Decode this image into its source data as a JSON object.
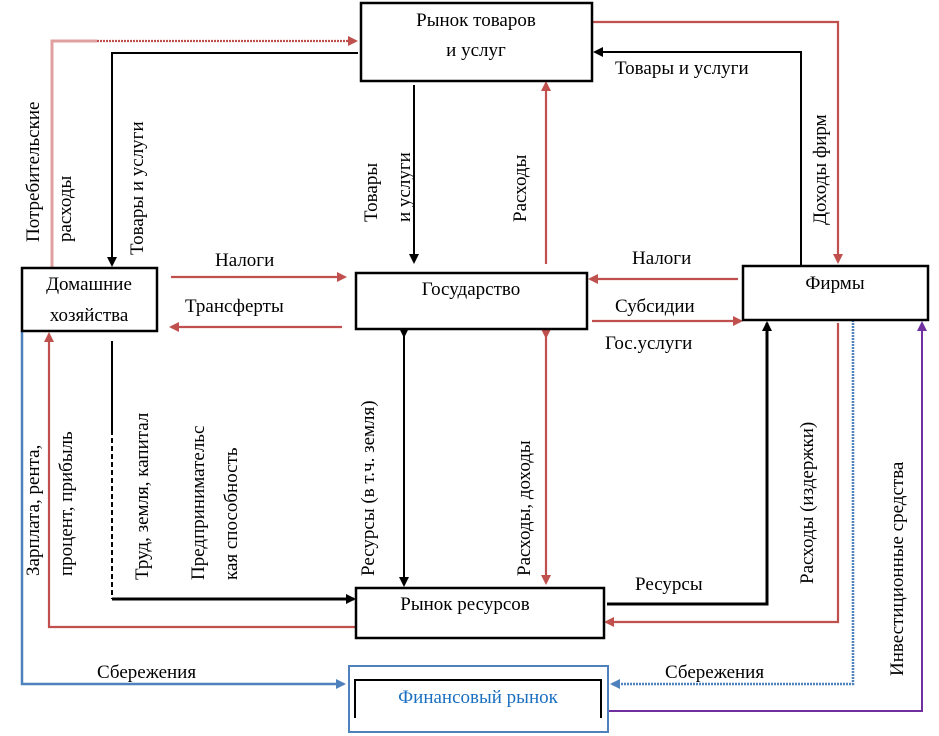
{
  "boxes": {
    "goods_market": [
      "Рынок товаров",
      "и услуг"
    ],
    "government": "Государство",
    "households": [
      "Домашние",
      "хозяйства"
    ],
    "firms": "Фирмы",
    "resource_market": "Рынок ресурсов",
    "financial_market": "Финансовый рынок"
  },
  "labels": {
    "consumer_spending": [
      "Потребительские",
      "расходы"
    ],
    "goods_to_households": "Товары и услуги",
    "goods_to_government": [
      "Товары",
      "и услуги"
    ],
    "gov_spending": "Расходы",
    "goods_from_firms": "Товары и услуги",
    "firm_revenue": "Доходы фирм",
    "taxes_households": "Налоги",
    "transfers": "Трансферты",
    "taxes_firms": "Налоги",
    "subsidies": "Субсидии",
    "gov_services": "Гос.услуги",
    "income": [
      "Зарплата, рента,",
      "процент, прибыль"
    ],
    "factors": "Труд, земля, капитал",
    "entrepreneurship": [
      "Предпринимательс",
      "кая способность"
    ],
    "gov_resources": "Ресурсы (в т.ч. земля)",
    "gov_spending_income": "Расходы, доходы",
    "resources_to_firms": "Ресурсы",
    "firm_costs": "Расходы (издержки)",
    "investment": "Инвестиционные средства",
    "savings_households": "Сбережения",
    "savings_firms": "Сбережения"
  },
  "colors": {
    "red": "#c0504d",
    "blue": "#4f81bd",
    "purple": "#7030a0",
    "financial_text": "#1a6fc0"
  }
}
